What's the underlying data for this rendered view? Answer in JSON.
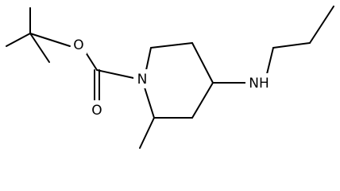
{
  "structure": {
    "atoms": {
      "ring_nitrogen": "N",
      "carbonyl_oxygen": "O",
      "ester_oxygen": "O",
      "amine_group": "NH"
    },
    "colors": {
      "bond": "#000000",
      "label": "#000000",
      "background": "#ffffff"
    }
  }
}
